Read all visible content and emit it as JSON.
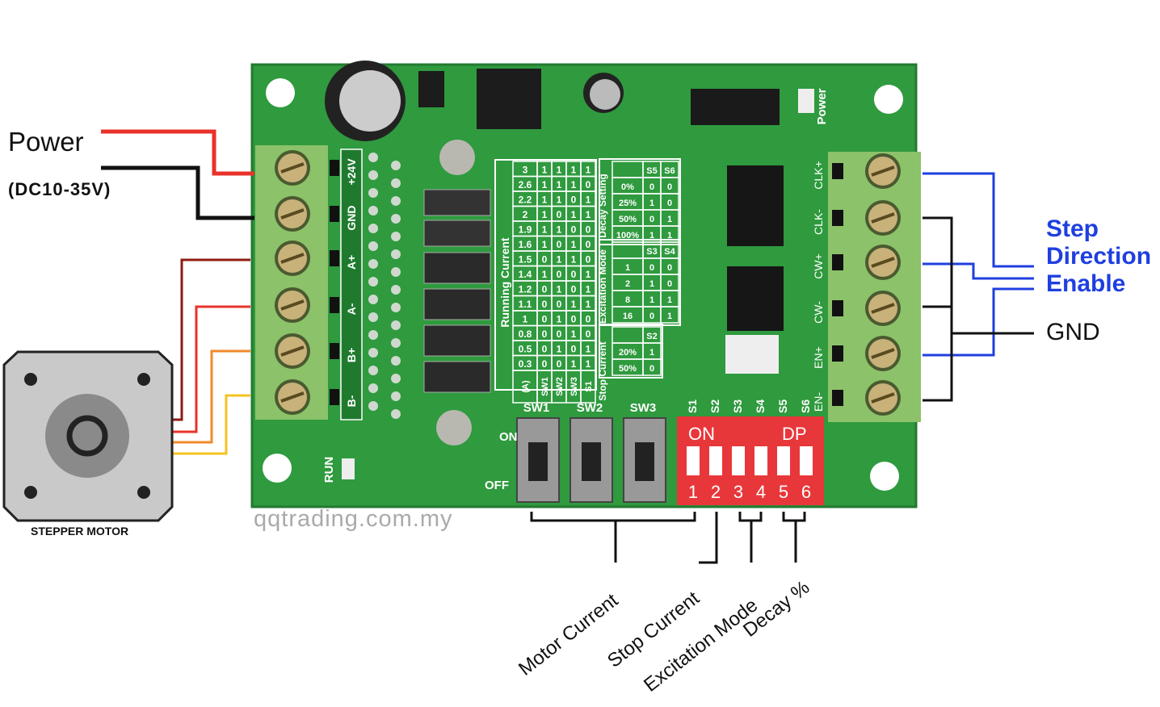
{
  "power": {
    "label": "Power",
    "range": "(DC10-35V)"
  },
  "motor": {
    "label": "STEPPER MOTOR"
  },
  "watermark": "qqtrading.com.my",
  "left_terminals": [
    "+24V",
    "GND",
    "A+",
    "A-",
    "B+",
    "B-"
  ],
  "right_terminals": [
    "CLK+",
    "CLK-",
    "CW+",
    "CW-",
    "EN+",
    "EN-"
  ],
  "signals": {
    "step": "Step",
    "direction": "Direction",
    "enable": "Enable",
    "gnd": "GND"
  },
  "board": {
    "power_led": "Power",
    "run_led": "RUN",
    "switch_labels": [
      "SW1",
      "SW2",
      "SW3"
    ],
    "on_label": "ON",
    "off_label": "OFF",
    "dip_labels_top": [
      "S1",
      "S2",
      "S3",
      "S4",
      "S5",
      "S6"
    ],
    "dip_on": "ON",
    "dip_dp": "DP",
    "dip_numbers": [
      "1",
      "2",
      "3",
      "4",
      "5",
      "6"
    ]
  },
  "running_current_table": {
    "title": "Running Current",
    "headers": [
      "(A)",
      "SW1",
      "SW2",
      "SW3",
      "S1"
    ],
    "rows": [
      [
        "3",
        "1",
        "1",
        "1",
        "1"
      ],
      [
        "2.6",
        "1",
        "1",
        "1",
        "0"
      ],
      [
        "2.2",
        "1",
        "1",
        "0",
        "1"
      ],
      [
        "2",
        "1",
        "0",
        "1",
        "1"
      ],
      [
        "1.9",
        "1",
        "1",
        "0",
        "0"
      ],
      [
        "1.6",
        "1",
        "0",
        "1",
        "0"
      ],
      [
        "1.5",
        "0",
        "1",
        "1",
        "0"
      ],
      [
        "1.4",
        "1",
        "0",
        "0",
        "1"
      ],
      [
        "1.2",
        "0",
        "1",
        "0",
        "1"
      ],
      [
        "1.1",
        "0",
        "0",
        "1",
        "1"
      ],
      [
        "1",
        "0",
        "1",
        "0",
        "0"
      ],
      [
        "0.8",
        "0",
        "0",
        "1",
        "0"
      ],
      [
        "0.5",
        "0",
        "1",
        "0",
        "1"
      ],
      [
        "0.3",
        "0",
        "0",
        "1",
        "1"
      ]
    ]
  },
  "decay_table": {
    "title": "Decay Setting",
    "headers": [
      "",
      "S5",
      "S6"
    ],
    "rows": [
      [
        "0%",
        "0",
        "0"
      ],
      [
        "25%",
        "1",
        "0"
      ],
      [
        "50%",
        "0",
        "1"
      ],
      [
        "100%",
        "1",
        "1"
      ]
    ]
  },
  "excitation_table": {
    "title": "Excitation Mode",
    "headers": [
      "",
      "S3",
      "S4"
    ],
    "rows": [
      [
        "1",
        "0",
        "0"
      ],
      [
        "2",
        "1",
        "0"
      ],
      [
        "8",
        "1",
        "1"
      ],
      [
        "16",
        "0",
        "1"
      ]
    ]
  },
  "stop_current_table": {
    "title": "Stop Current",
    "headers": [
      "",
      "S2"
    ],
    "rows": [
      [
        "20%",
        "1"
      ],
      [
        "50%",
        "0"
      ]
    ]
  },
  "callouts": [
    "Motor Current",
    "Stop Current",
    "Excitation Mode",
    "Decay %"
  ],
  "colors": {
    "board": "#2f9a3e",
    "terminal": "#8cc26a",
    "dip": "#e8373a",
    "signal_blue": "#1f3fe0",
    "wire_red": "#e8322a",
    "wire_dark_red": "#8e1b12",
    "wire_orange": "#f08a2a",
    "wire_yellow": "#f5c21e"
  }
}
